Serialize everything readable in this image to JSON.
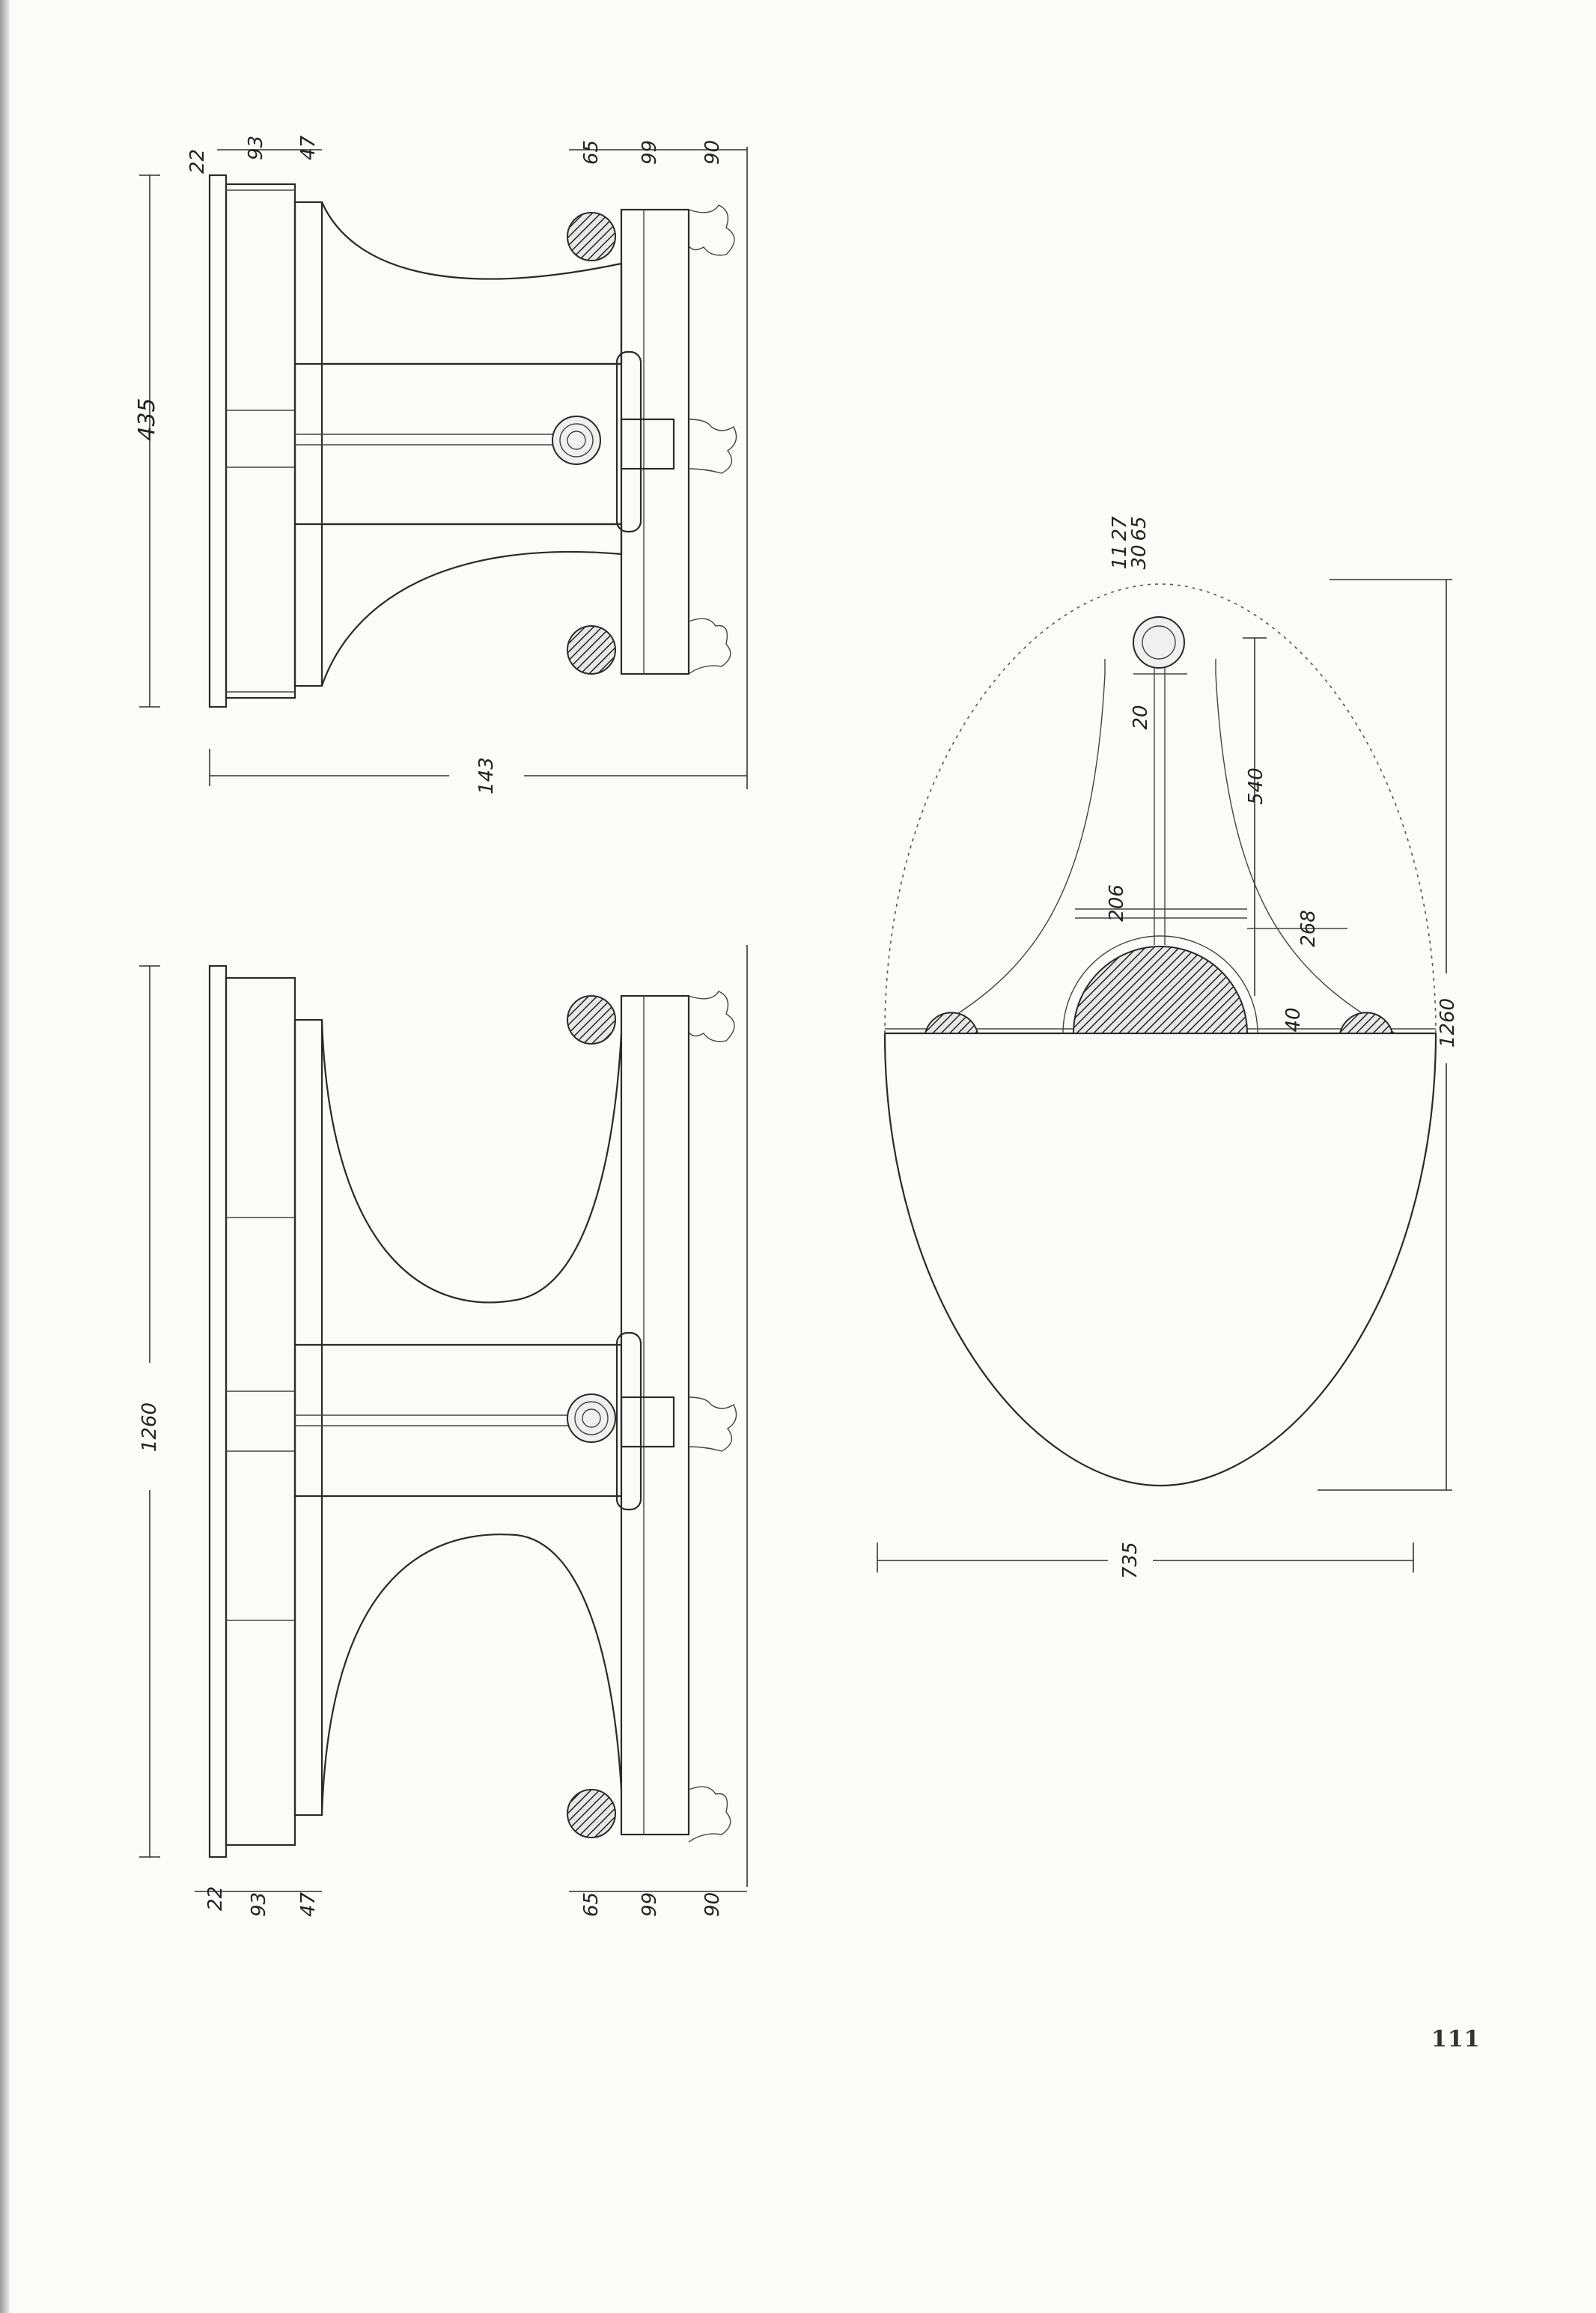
{
  "page_number": "111",
  "upper_elevation": {
    "dim_total_length": "435",
    "dim_width": "143",
    "dim_top_stack": [
      "22",
      "93",
      "47"
    ],
    "dim_base_stack": [
      "65",
      "99",
      "90"
    ]
  },
  "lower_elevation": {
    "dim_total_length": "1260",
    "dim_top_stack": [
      "22",
      "93",
      "47"
    ],
    "dim_base_stack": [
      "65",
      "99",
      "90"
    ]
  },
  "plan_view": {
    "dim_length": "1260",
    "dim_width": "735",
    "dim_column": "540",
    "dim_stem": "20",
    "dim_hub": "206",
    "dim_radius": "268",
    "dim_small": "40",
    "dim_top_labels": [
      "11",
      "27",
      "30",
      "65"
    ]
  }
}
